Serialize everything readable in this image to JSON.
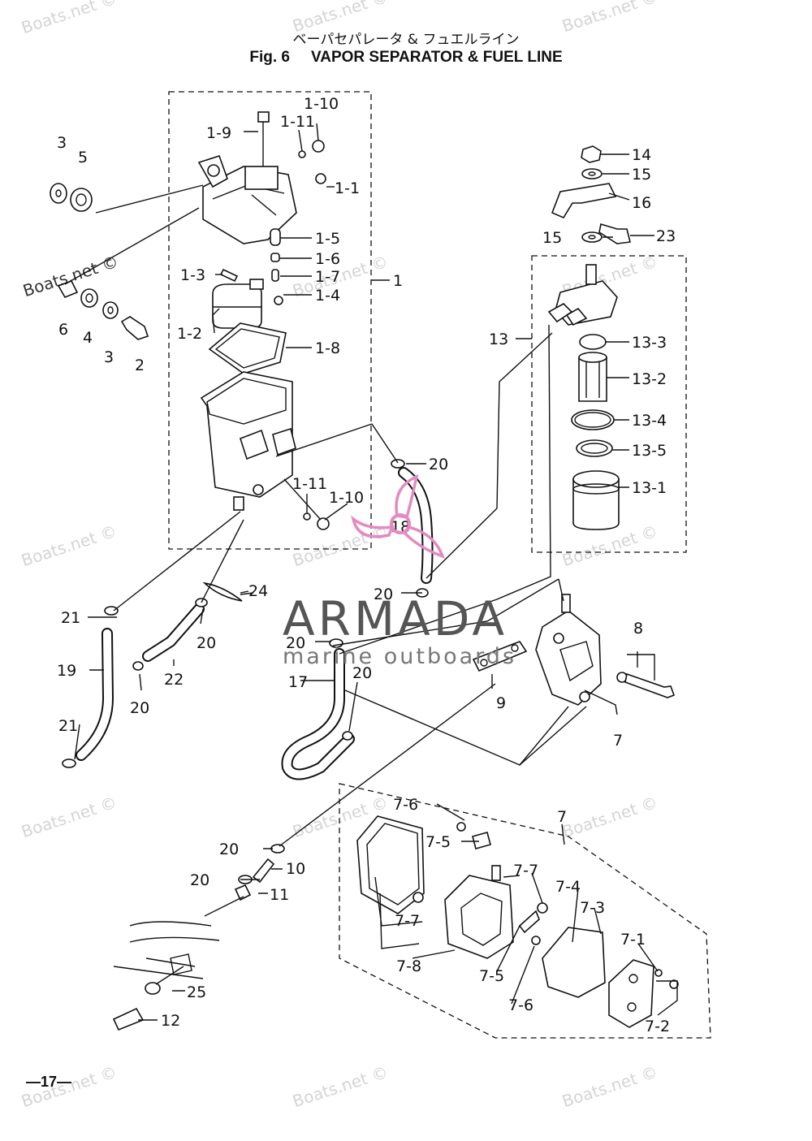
{
  "title_jp": "ベーパセパレータ & フュエルライン",
  "fig_label": "Fig. 6",
  "title_en": "VAPOR SEPARATOR & FUEL LINE",
  "page_number": "—17—",
  "brand": {
    "name": "ARMADA",
    "tagline": "marine outboards",
    "logo_color": "#e48ac0"
  },
  "watermark": "Boats.net ©",
  "callouts": {
    "c1": "1",
    "c1_1": "1-1",
    "c1_2": "1-2",
    "c1_3": "1-3",
    "c1_4": "1-4",
    "c1_5": "1-5",
    "c1_6": "1-6",
    "c1_7": "1-7",
    "c1_8": "1-8",
    "c1_9": "1-9",
    "c1_10a": "1-10",
    "c1_11a": "1-11",
    "c1_10b": "1-10",
    "c1_11b": "1-11",
    "c2": "2",
    "c3a": "3",
    "c3b": "3",
    "c4": "4",
    "c5": "5",
    "c6": "6",
    "c7a": "7",
    "c7b": "7",
    "c7_1": "7-1",
    "c7_2": "7-2",
    "c7_3": "7-3",
    "c7_4": "7-4",
    "c7_5a": "7-5",
    "c7_5b": "7-5",
    "c7_6a": "7-6",
    "c7_6b": "7-6",
    "c7_7a": "7-7",
    "c7_7b": "7-7",
    "c7_8": "7-8",
    "c8": "8",
    "c9": "9",
    "c10": "10",
    "c11": "11",
    "c12": "12",
    "c13": "13",
    "c13_1": "13-1",
    "c13_2": "13-2",
    "c13_3": "13-3",
    "c13_4": "13-4",
    "c13_5": "13-5",
    "c14": "14",
    "c15a": "15",
    "c15b": "15",
    "c16": "16",
    "c17": "17",
    "c18": "18",
    "c19": "19",
    "c20a": "20",
    "c20b": "20",
    "c20c": "20",
    "c20d": "20",
    "c20e": "20",
    "c20f": "20",
    "c20g": "20",
    "c20h": "20",
    "c21a": "21",
    "c21b": "21",
    "c22": "22",
    "c23": "23",
    "c24": "24",
    "c25": "25"
  }
}
